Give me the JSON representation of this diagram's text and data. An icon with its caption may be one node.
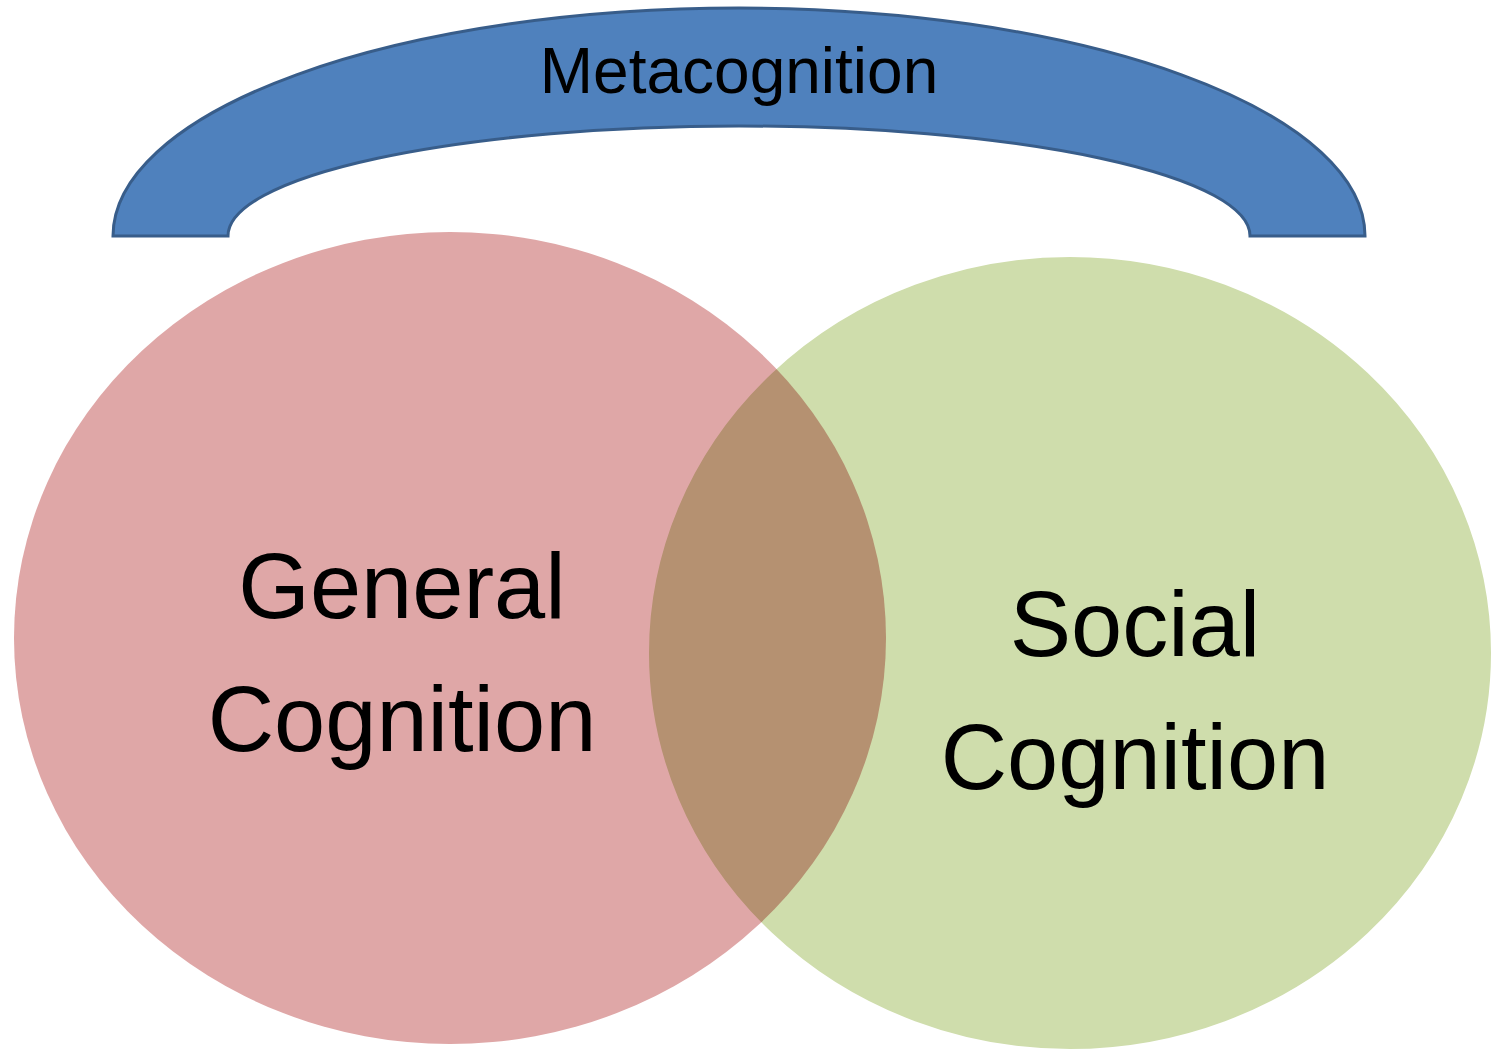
{
  "diagram": {
    "nodes": [
      {
        "text": [
          "Metacognition"
        ]
      },
      {
        "text": [
          "General Cognition"
        ]
      },
      {
        "text": [
          "Social Cognition"
        ]
      }
    ]
  }
}
